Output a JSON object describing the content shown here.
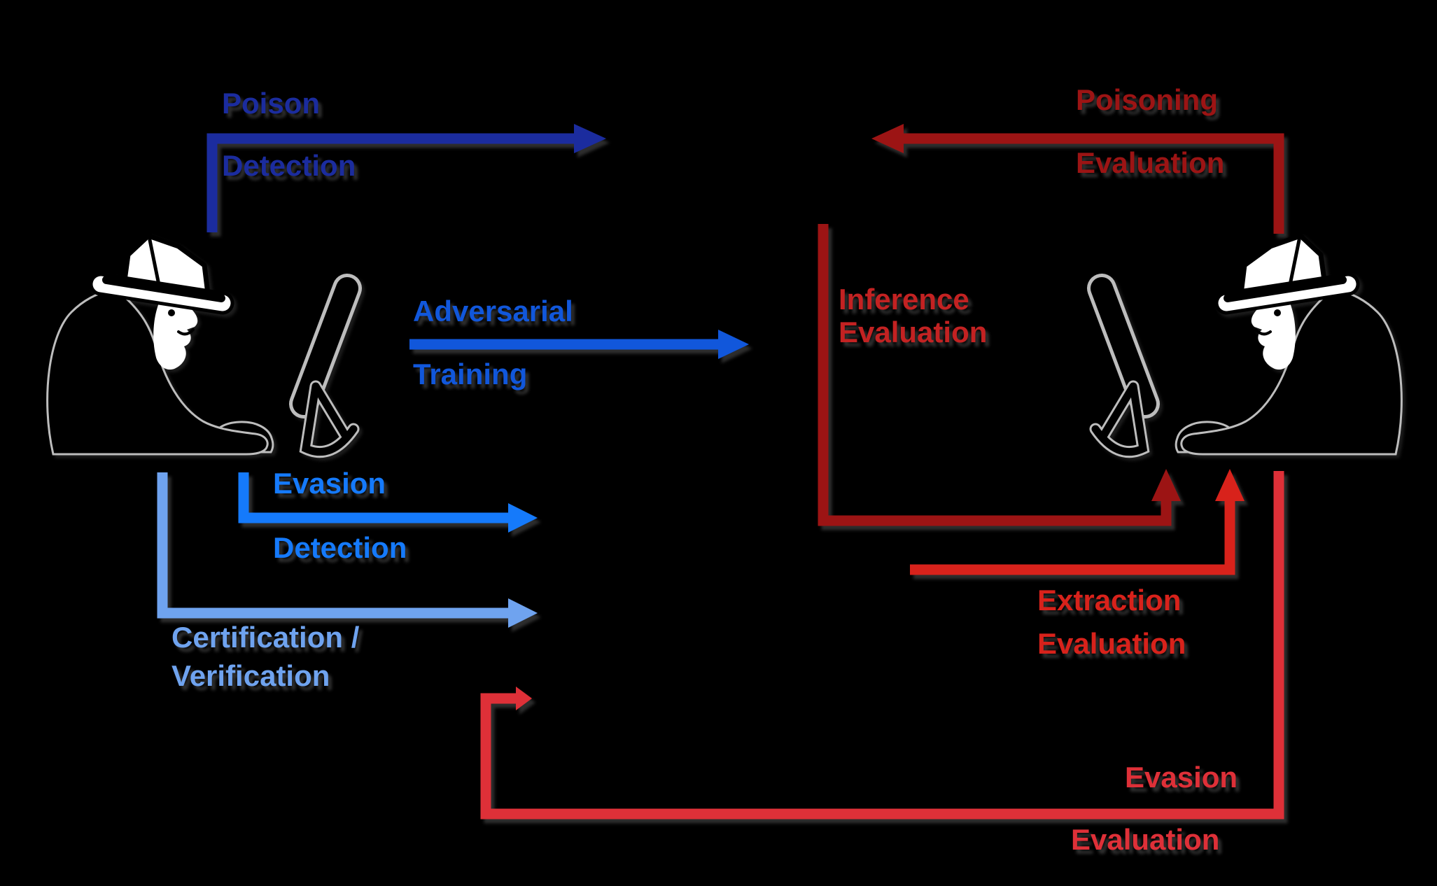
{
  "title": "Adversarial machine learning attacks and defenses diagram",
  "colors": {
    "background": "#000000",
    "navy": "#1B2C9E",
    "blue": "#1157DB",
    "brightBlue": "#157AFB",
    "lightBlue": "#6FA3EF",
    "maroon": "#9C1414",
    "inferenceRed": "#C32222",
    "red": "#D8221B",
    "evasionRed": "#DE3038",
    "figureBody": "#000000",
    "figureOutline": "#BDBDBD",
    "figureWhite": "#FFFFFF"
  },
  "labels": {
    "poison_detection": {
      "line1": "Poison",
      "line2": "Detection"
    },
    "adversarial_training": {
      "line1": "Adversarial",
      "line2": "Training"
    },
    "evasion_detection": {
      "line1": "Evasion",
      "line2": "Detection"
    },
    "certification_verification": {
      "line1": "Certification /",
      "line2": "Verification"
    },
    "poisoning_evaluation": {
      "line1": "Poisoning",
      "line2": "Evaluation"
    },
    "inference_evaluation": {
      "line1": "Inference",
      "line2": "Evaluation"
    },
    "extraction_evaluation": {
      "line1": "Extraction",
      "line2": "Evaluation"
    },
    "evasion_evaluation": {
      "line1": "Evasion",
      "line2": "Evaluation"
    }
  },
  "figures": {
    "left": "defender-spy-at-computer",
    "right": "attacker-spy-at-computer"
  }
}
